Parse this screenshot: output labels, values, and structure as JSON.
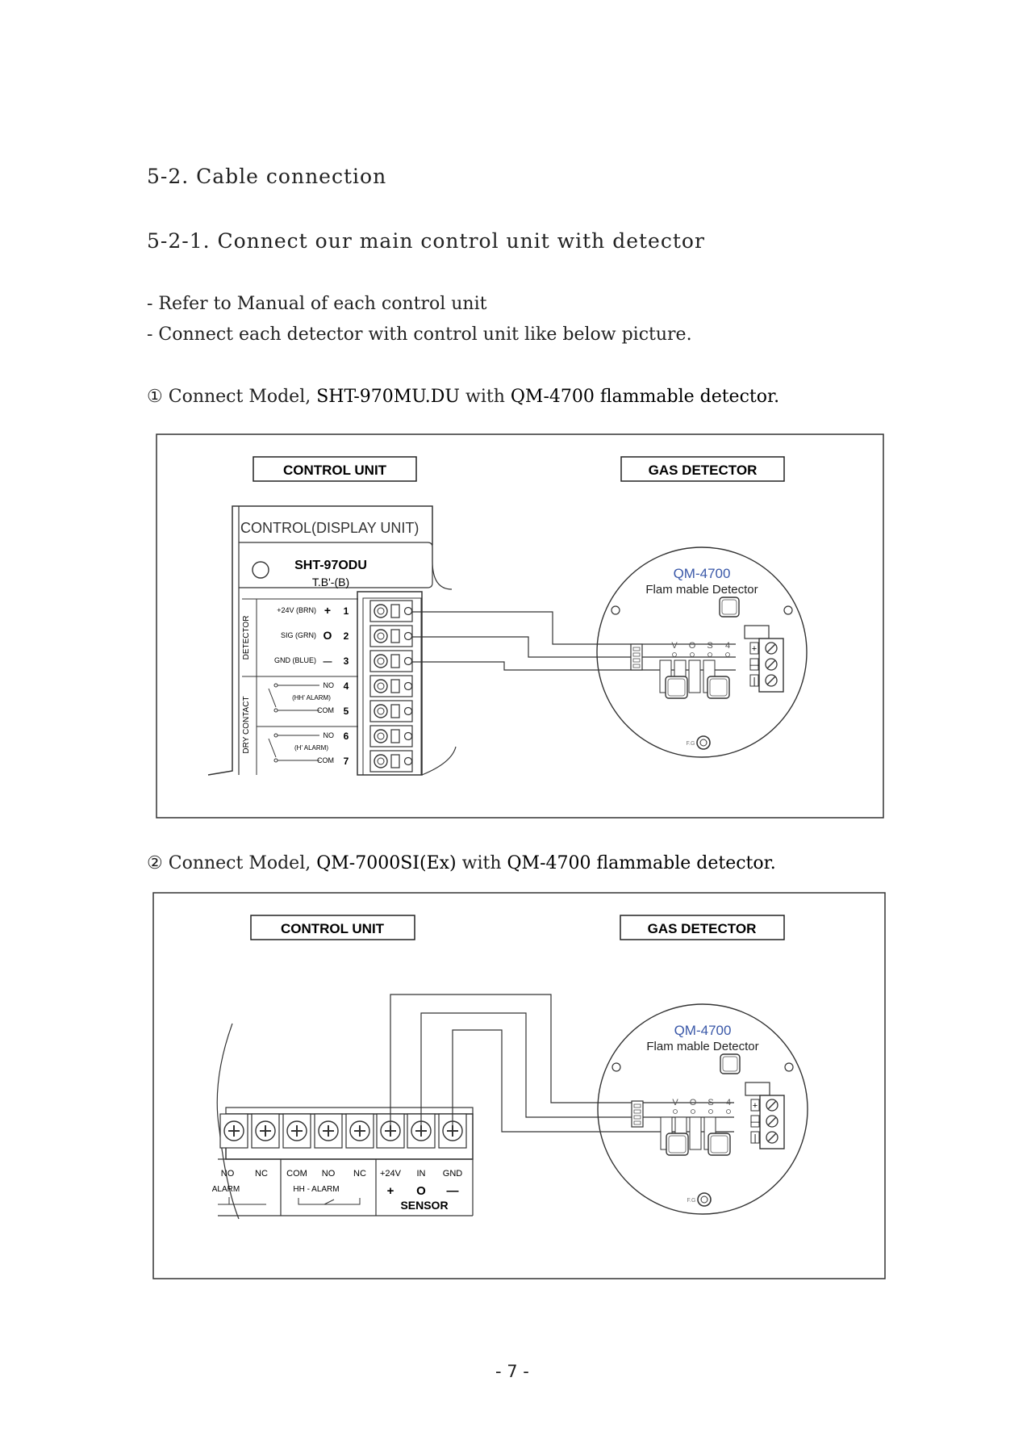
{
  "section_title": "5-2. Cable connection",
  "subsection_title": "5-2-1. Connect our main control unit with detector",
  "bullets": [
    "-  Refer to Manual of each control unit",
    "-  Connect each detector with control unit like below picture."
  ],
  "step1": {
    "num": "①",
    "lead": "Connect Model,",
    "model": "SHT-970MU.DU",
    "mid": "with",
    "detector": "QM-4700 flammable detector."
  },
  "step2": {
    "num": "②",
    "lead": "Connect Model,",
    "model": "QM-7000SI(Ex)",
    "mid": "with",
    "detector": "QM-4700 flammable detector."
  },
  "diagram1": {
    "control_unit_label": "CONTROL UNIT",
    "gas_detector_label": "GAS DETECTOR",
    "panel_title": "CONTROL(DISPLAY UNIT)",
    "panel_model": "SHT-97ODU",
    "panel_tb": "T.B'-(B)",
    "group_detector": "DETECTOR",
    "group_dry": "DRY CONTACT",
    "rows": [
      {
        "label": "+24V (BRN)",
        "sym": "+",
        "num": "1"
      },
      {
        "label": "SIG (GRN)",
        "sym": "O",
        "num": "2"
      },
      {
        "label": "GND (BLUE)",
        "sym": "—",
        "num": "3"
      },
      {
        "label": "NO",
        "sym": "",
        "num": "4"
      },
      {
        "label": "COM",
        "sym": "",
        "num": "5"
      },
      {
        "label": "NO",
        "sym": "",
        "num": "6"
      },
      {
        "label": "COM",
        "sym": "",
        "num": "7"
      }
    ],
    "alarm_hh": "(HH' ALARM)",
    "alarm_h": "(H' ALARM)"
  },
  "diagram2": {
    "control_unit_label": "CONTROL UNIT",
    "gas_detector_label": "GAS DETECTOR",
    "terminals": [
      {
        "top": "NO",
        "bottom": ""
      },
      {
        "top": "NC",
        "bottom": ""
      },
      {
        "top": "COM",
        "bottom": ""
      },
      {
        "top": "NO",
        "bottom": ""
      },
      {
        "top": "NC",
        "bottom": ""
      },
      {
        "top": "+24V",
        "bottom": "+"
      },
      {
        "top": "IN",
        "bottom": "O"
      },
      {
        "top": "GND",
        "bottom": "—"
      }
    ],
    "alarm": "ALARM",
    "hh_alarm": "HH - ALARM",
    "sensor": "SENSOR"
  },
  "detector": {
    "model": "QM-4700",
    "desc": "Flam mable Detector",
    "pins": [
      "V",
      "O",
      "S",
      "4"
    ],
    "signs": [
      "+",
      "—",
      "|"
    ],
    "fg": "F.G"
  },
  "page_number": "- 7 -"
}
